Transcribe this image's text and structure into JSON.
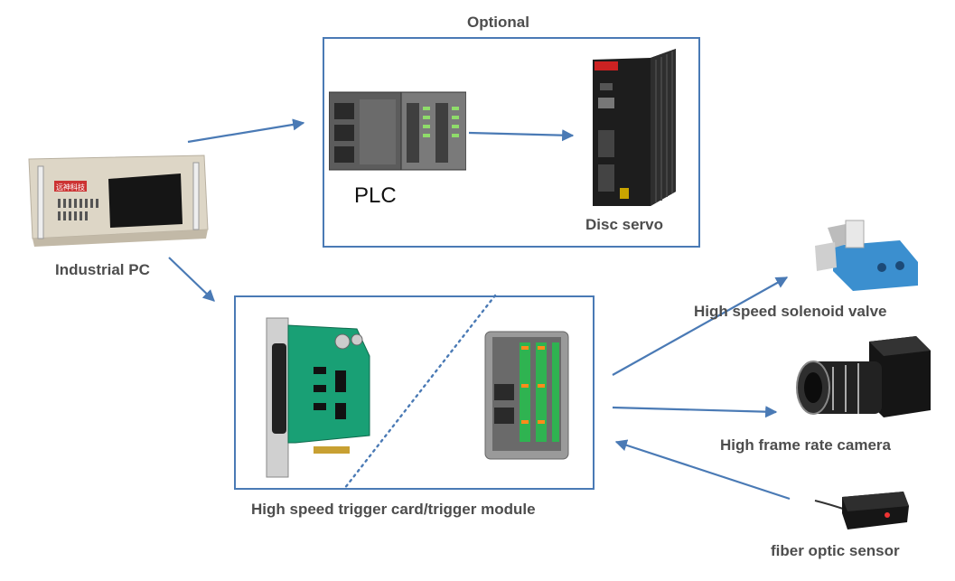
{
  "title": "Optional",
  "nodes": {
    "industrial_pc": "Industrial PC",
    "plc": "PLC",
    "disc_servo": "Disc servo",
    "trigger": "High speed trigger card/trigger module",
    "solenoid": "High speed solenoid valve",
    "camera": "High frame rate camera",
    "sensor": "fiber optic sensor"
  },
  "pc_badge": "远神科技",
  "colors": {
    "arrow": "#4a7ab5",
    "box_border": "#4a7ab5",
    "label": "#4d4d4d"
  }
}
